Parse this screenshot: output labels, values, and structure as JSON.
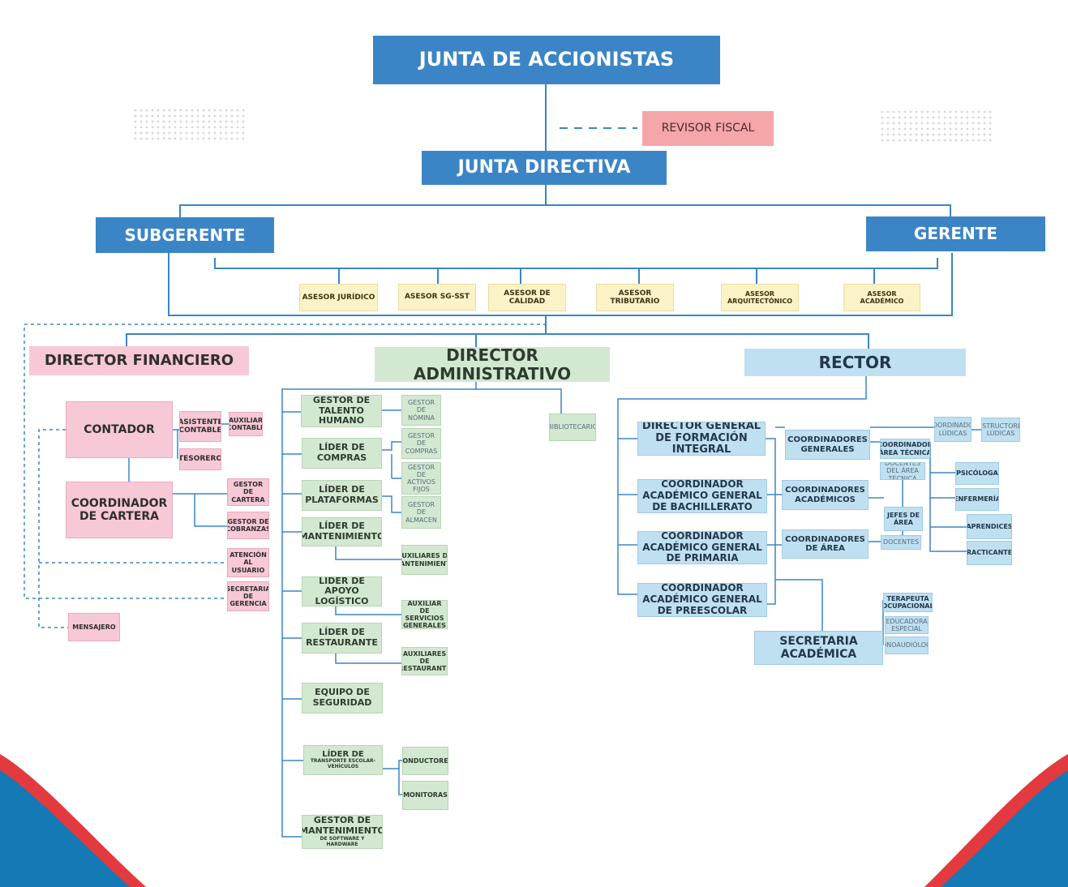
{
  "nodes": {
    "junta_accionistas": "JUNTA DE ACCIONISTAS",
    "revisor_fiscal": "REVISOR FISCAL",
    "junta_directiva": "JUNTA DIRECTIVA",
    "subgerente": "SUBGERENTE",
    "gerente": "GERENTE",
    "asesor_juridico": "ASESOR JURÍDICO",
    "asesor_sgsst": "ASESOR SG-SST",
    "asesor_calidad": "ASESOR DE CALIDAD",
    "asesor_tributario": "ASESOR TRIBUTARIO",
    "asesor_arquitectonico": "ASESOR ARQUITECTÓNICO",
    "asesor_academico": "ASESOR ACADÉMICO",
    "director_financiero": "DIRECTOR FINANCIERO",
    "director_administrativo": "DIRECTOR ADMINISTRATIVO",
    "rector": "RECTOR",
    "contador": "CONTADOR",
    "asistente_contable": "ASISTENTE CONTABLE",
    "auxiliar_contable": "AUXILIAR CONTABLE",
    "tesorero": "TESORERO",
    "coordinador_cartera": "COORDINADOR DE CARTERA",
    "gestor_cartera": "GESTOR DE CARTERA",
    "gestor_cobranzas": "GESTOR DE COBRANZAS",
    "atencion_usuario": "ATENCIÓN AL USUARIO",
    "secretaria_gerencia": "SECRETARIA DE GERENCIA",
    "mensajero": "MENSAJERO",
    "gestor_talento": "GESTOR DE TALENTO HUMANO",
    "gestor_nomina": "GESTOR DE NÓMINA",
    "lider_compras": "LÍDER DE COMPRAS",
    "gestor_compras": "GESTOR DE COMPRAS",
    "gestor_activos": "GESTOR DE ACTIVOS FIJOS",
    "lider_plataformas": "LÍDER DE PLATAFORMAS",
    "gestor_almacen": "GESTOR DE ALMACEN",
    "lider_mantenimiento": "LÍDER DE MANTENIMIENTO",
    "auxiliares_mantenimiento": "AUXILIARES DE MANTENIMIENTO",
    "lider_apoyo": "LÍDER DE APOYO LOGÍSTICO",
    "auxiliar_servicios": "AUXILIAR DE SERVICIOS GENERALES",
    "lider_restaurante": "LÍDER DE RESTAURANTE",
    "auxiliares_restaurante": "AUXILIARES DE RESTAURANTE",
    "equipo_seguridad": "EQUIPO DE SEGURIDAD",
    "lider_transporte_1": "LÍDER DE",
    "lider_transporte_2": "TRANSPORTE ESCOLAR-VEHÍCULOS",
    "conductores": "CONDUCTORES",
    "monitoras": "MONITORAS",
    "gestor_mant_software_1": "GESTOR DE MANTENIMIENTO",
    "gestor_mant_software_2": "DE SOFTWARE Y HARDWARE",
    "bibliotecario": "BIBLIOTECARIO",
    "director_formacion": "DIRECTOR GENERAL DE FORMACIÓN INTEGRAL",
    "coord_bachillerato": "COORDINADOR ACADÉMICO GENERAL DE BACHILLERATO",
    "coord_primaria": "COORDINADOR ACADÉMICO GENERAL DE PRIMARIA",
    "coord_preescolar": "COORDINADOR ACADÉMICO GENERAL DE PREESCOLAR",
    "coordinadores_generales": "COORDINADORES GENERALES",
    "coordinadores_academicos": "COORDINADORES ACADÉMICOS",
    "coordinadores_area": "COORDINADORES DE ÁREA",
    "coordinador_ludicas": "COORDINADOR LÚDICAS",
    "instructores_ludicas": "INSTRUCTORES LÚDICAS",
    "coordinador_area_tecnica": "COORDINADOR ÁREA TÉCNICA",
    "docentes_area_tecnica": "DOCENTES DEL ÁREA TÉCNICA",
    "jefes_area": "JEFES DE ÁREA",
    "docentes": "DOCENTES",
    "psicologa": "PSICÓLOGA",
    "enfermeria": "ENFERMERÍA",
    "aprendices": "APRENDICES",
    "practicantes": "PRACTICANTES",
    "terapeuta_ocupacional": "TERAPEUTA OCUPACIONAL",
    "educadora_especial": "EDUCADORA ESPECIAL",
    "fonoaudiologa": "FONOAUDIÓLOGA",
    "secretaria_academica": "SECRETARIA ACADÉMICA"
  },
  "colors": {
    "primary_blue": "#3b85c6",
    "finance_pink": "#f7c8d6",
    "admin_green": "#d3e8d1",
    "academic_light_blue": "#bfe0f1",
    "advisor_yellow": "#fbf2c7",
    "revisor_red": "#f4a6a9",
    "wave_blue": "#1479b5",
    "wave_red": "#e23a3e"
  }
}
